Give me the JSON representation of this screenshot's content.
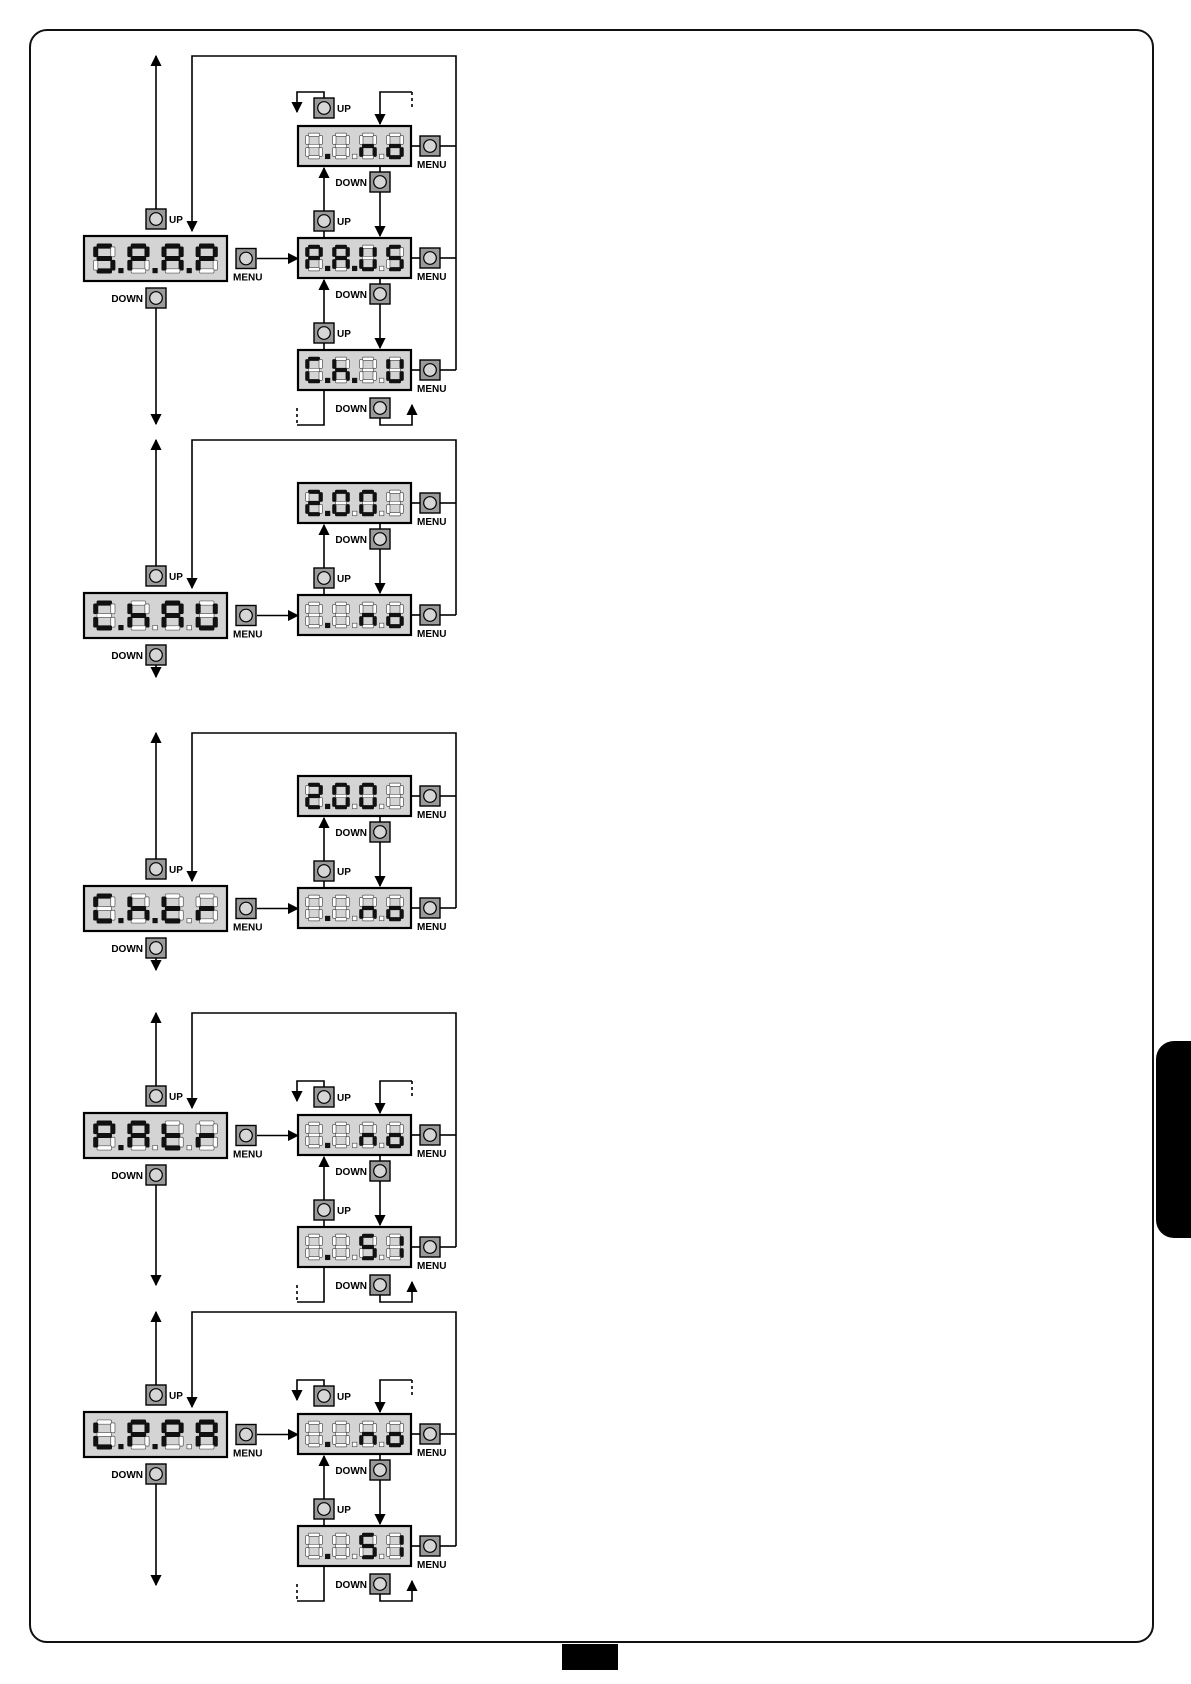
{
  "colors": {
    "display_bg": "#d4d4d4",
    "digit_on": "#111111",
    "digit_off": "#ffffff",
    "button_bg": "#9a9a9a",
    "line": "#000000"
  },
  "labels": {
    "up": "UP",
    "down": "DOWN",
    "menu": "MENU"
  },
  "sections": [
    {
      "id": "spap",
      "main": {
        "digits": [
          "S",
          "P",
          "A",
          "P"
        ],
        "dots": [
          false,
          true,
          true,
          true
        ],
        "active": [
          true,
          true,
          true,
          true
        ]
      },
      "nav": "top-up",
      "values": [
        {
          "digits": [
            "8",
            "8",
            "n",
            "o"
          ],
          "dots": [
            false,
            true,
            false,
            false
          ],
          "active": [
            false,
            false,
            true,
            true
          ]
        },
        {
          "digits": [
            "P",
            "A",
            "U",
            "S"
          ],
          "dots": [
            false,
            true,
            true,
            false
          ],
          "active": [
            true,
            true,
            true,
            true
          ]
        },
        {
          "digits": [
            "C",
            "h",
            "I",
            "U"
          ],
          "dots": [
            false,
            true,
            true,
            false
          ],
          "active": [
            true,
            true,
            false,
            true
          ]
        }
      ]
    },
    {
      "id": "chau",
      "main": {
        "digits": [
          "C",
          "h",
          "A",
          "U"
        ],
        "dots": [
          false,
          true,
          false,
          false
        ],
        "active": [
          true,
          true,
          true,
          true
        ]
      },
      "nav": "top-up",
      "values": [
        {
          "digits": [
            "2",
            "0",
            "0",
            "1"
          ],
          "dots": [
            false,
            true,
            false,
            false
          ],
          "active": [
            true,
            true,
            true,
            false
          ]
        },
        {
          "digits": [
            "8",
            "8",
            "n",
            "o"
          ],
          "dots": [
            false,
            true,
            false,
            false
          ],
          "active": [
            false,
            false,
            true,
            true
          ]
        }
      ]
    },
    {
      "id": "chtr",
      "main": {
        "digits": [
          "C",
          "h",
          "t",
          "r"
        ],
        "dots": [
          false,
          true,
          true,
          false
        ],
        "active": [
          true,
          true,
          true,
          true
        ]
      },
      "nav": "top-up",
      "values": [
        {
          "digits": [
            "2",
            "0",
            "0",
            "1"
          ],
          "dots": [
            false,
            true,
            false,
            false
          ],
          "active": [
            true,
            true,
            true,
            false
          ]
        },
        {
          "digits": [
            "8",
            "8",
            "n",
            "o"
          ],
          "dots": [
            false,
            true,
            false,
            false
          ],
          "active": [
            false,
            false,
            true,
            true
          ]
        }
      ]
    },
    {
      "id": "patr",
      "main": {
        "digits": [
          "P",
          "A",
          "t",
          "r"
        ],
        "dots": [
          false,
          true,
          false,
          false
        ],
        "active": [
          true,
          true,
          true,
          true
        ]
      },
      "nav": "top-up",
      "values": [
        {
          "digits": [
            "8",
            "8",
            "n",
            "o"
          ],
          "dots": [
            false,
            true,
            false,
            false
          ],
          "active": [
            false,
            false,
            true,
            true
          ]
        },
        {
          "digits": [
            "8",
            "8",
            "S",
            "I"
          ],
          "dots": [
            false,
            true,
            false,
            false
          ],
          "active": [
            false,
            false,
            true,
            true
          ]
        }
      ]
    },
    {
      "id": "lppa",
      "main": {
        "digits": [
          "L",
          "P",
          "P",
          "A"
        ],
        "dots": [
          false,
          true,
          true,
          false
        ],
        "active": [
          true,
          true,
          true,
          true
        ]
      },
      "nav": "top-up",
      "values": [
        {
          "digits": [
            "8",
            "8",
            "n",
            "o"
          ],
          "dots": [
            false,
            true,
            false,
            false
          ],
          "active": [
            false,
            false,
            true,
            true
          ]
        },
        {
          "digits": [
            "8",
            "8",
            "S",
            "I"
          ],
          "dots": [
            false,
            true,
            false,
            false
          ],
          "active": [
            false,
            false,
            true,
            true
          ]
        }
      ]
    }
  ]
}
